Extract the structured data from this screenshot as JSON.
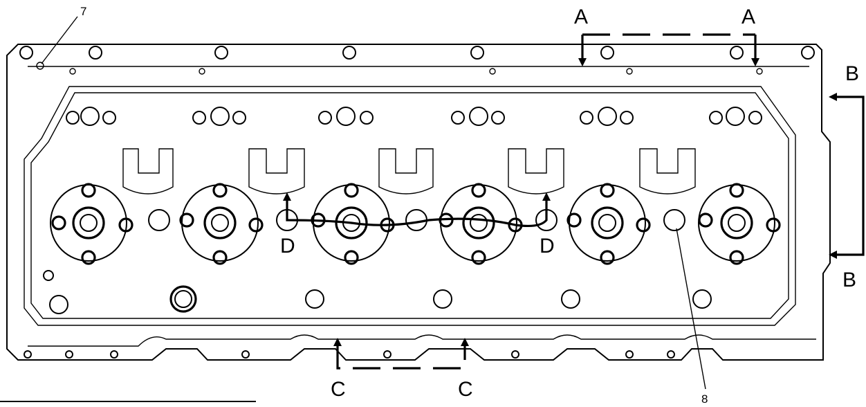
{
  "labels": {
    "a_left": "A",
    "a_right": "A",
    "b_top": "B",
    "b_bottom": "B",
    "c_left": "C",
    "c_right": "C",
    "d_left": "D",
    "d_right": "D",
    "callout_7": "7",
    "callout_8": "8"
  }
}
